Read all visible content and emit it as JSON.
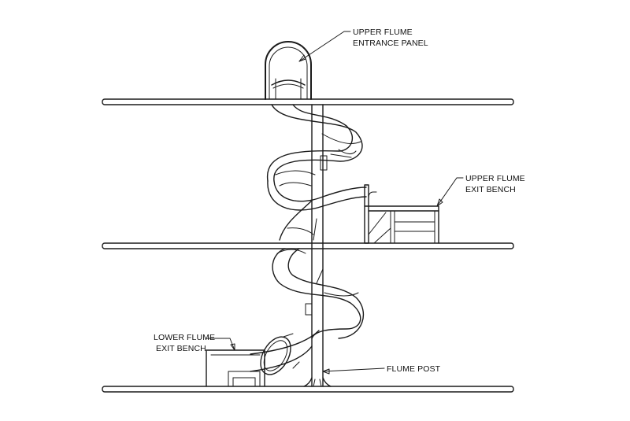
{
  "labels": {
    "upper_entrance_line1": "UPPER FLUME",
    "upper_entrance_line2": "ENTRANCE PANEL",
    "upper_exit_line1": "UPPER FLUME",
    "upper_exit_line2": "EXIT BENCH",
    "lower_exit_line1": "LOWER FLUME",
    "lower_exit_line2": "EXIT BENCH",
    "flume_post": "FLUME POST"
  },
  "colors": {
    "stroke": "#1a1a1a",
    "background": "#ffffff"
  }
}
